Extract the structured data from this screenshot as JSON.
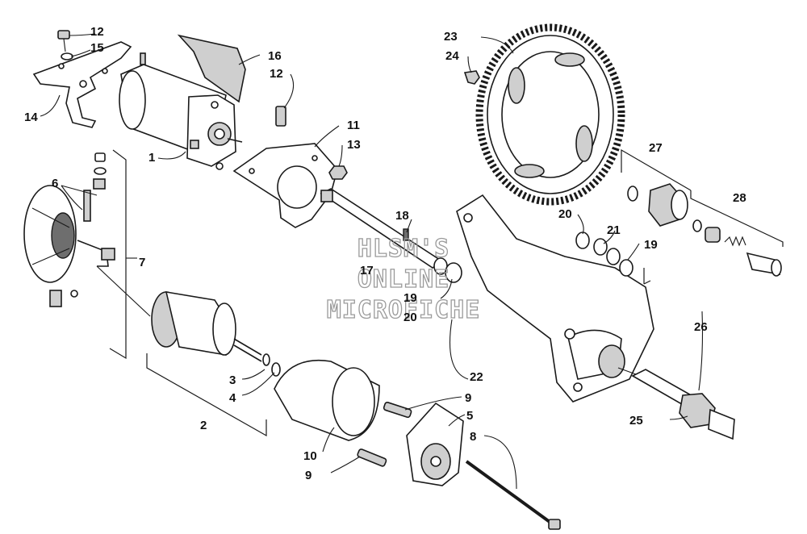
{
  "watermark": {
    "line1": "HLSM'S",
    "line2": "ONLINE",
    "line3": "MICROFICHE"
  },
  "callouts": [
    {
      "id": "c12a",
      "label": "12"
    },
    {
      "id": "c15",
      "label": "15"
    },
    {
      "id": "c14",
      "label": "14"
    },
    {
      "id": "c16",
      "label": "16"
    },
    {
      "id": "c12b",
      "label": "12"
    },
    {
      "id": "c1",
      "label": "1"
    },
    {
      "id": "c11",
      "label": "11"
    },
    {
      "id": "c13",
      "label": "13"
    },
    {
      "id": "c6",
      "label": "6"
    },
    {
      "id": "c7",
      "label": "7"
    },
    {
      "id": "c18",
      "label": "18"
    },
    {
      "id": "c17",
      "label": "17"
    },
    {
      "id": "c19a",
      "label": "19"
    },
    {
      "id": "c20a",
      "label": "20"
    },
    {
      "id": "c23",
      "label": "23"
    },
    {
      "id": "c24",
      "label": "24"
    },
    {
      "id": "c27",
      "label": "27"
    },
    {
      "id": "c28",
      "label": "28"
    },
    {
      "id": "c20b",
      "label": "20"
    },
    {
      "id": "c21",
      "label": "21"
    },
    {
      "id": "c19b",
      "label": "19"
    },
    {
      "id": "c26",
      "label": "26"
    },
    {
      "id": "c22",
      "label": "22"
    },
    {
      "id": "c25",
      "label": "25"
    },
    {
      "id": "c3",
      "label": "3"
    },
    {
      "id": "c4",
      "label": "4"
    },
    {
      "id": "c2",
      "label": "2"
    },
    {
      "id": "c9a",
      "label": "9"
    },
    {
      "id": "c5",
      "label": "5"
    },
    {
      "id": "c8",
      "label": "8"
    },
    {
      "id": "c10",
      "label": "10"
    },
    {
      "id": "c9b",
      "label": "9"
    }
  ]
}
